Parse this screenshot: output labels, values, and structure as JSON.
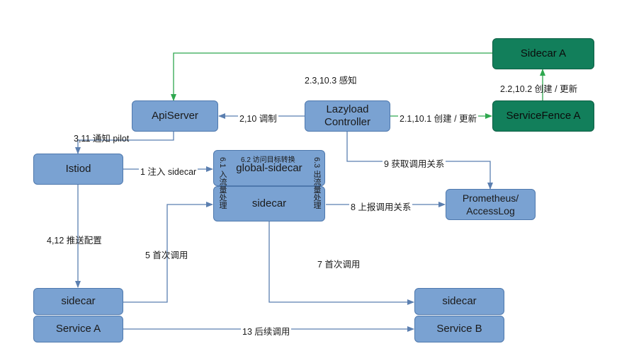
{
  "nodes": {
    "sidecar_a": "Sidecar A",
    "apiserver": "ApiServer",
    "lazyload_line1": "Lazyload",
    "lazyload_line2": "Controller",
    "servicefence_a": "ServiceFence A",
    "istiod": "Istiod",
    "global_sidecar": "global-sidecar",
    "sidecar_center": "sidecar",
    "prometheus_line1": "Prometheus/",
    "prometheus_line2": "AccessLog",
    "sidecar_left": "sidecar",
    "service_a": "Service A",
    "sidecar_right": "sidecar",
    "service_b": "Service B"
  },
  "edges": {
    "sense": "2.3,10.3  感知",
    "create_sidecar": "2.2,10.2  创建 / 更新",
    "schedule": "2,10  调制",
    "create_fence": "2.1,10.1  创建 / 更新",
    "notify_pilot": "3,11  通知 pilot",
    "fetch_relations": "9  获取调用关系",
    "inject_sidecar": "1 注入 sidecar",
    "report_relations": "8  上报调用关系",
    "push_config": "4,12  推送配置",
    "first_call_5": "5 首次调用",
    "first_call_7": "7  首次调用",
    "subsequent_call": "13  后续调用",
    "step_6_1": "6.1  入流量处理",
    "step_6_2": "6.2  访问目标转换",
    "step_6_3": "6.3  出流量处理"
  },
  "colors": {
    "blue_box": "#7aa2d2",
    "green_box": "#127f5b",
    "blue_line": "#5b7fb0",
    "green_line": "#2fa84f",
    "orange_marker": "#f28a1e"
  }
}
